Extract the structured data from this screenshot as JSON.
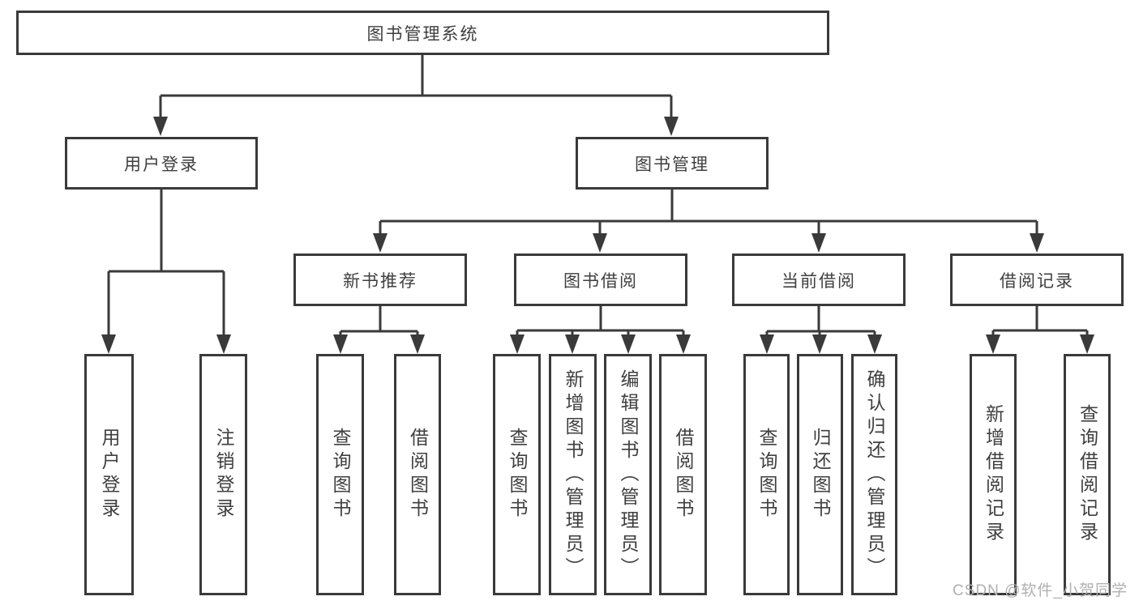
{
  "colors": {
    "line": "#3a3a3a",
    "box_border": "#3a3a3a",
    "text": "#3f3f3f",
    "watermark": "#b0b0b0",
    "background": "#ffffff"
  },
  "watermark": {
    "text": "CSDN @软件_小贺同学"
  },
  "tree": {
    "root": {
      "label": "图书管理系统",
      "children": [
        {
          "label": "用户登录",
          "children": [
            {
              "label": "用户登录"
            },
            {
              "label": "注销登录"
            }
          ]
        },
        {
          "label": "图书管理",
          "children": [
            {
              "label": "新书推荐",
              "children": [
                {
                  "label": "查询图书"
                },
                {
                  "label": "借阅图书"
                }
              ]
            },
            {
              "label": "图书借阅",
              "children": [
                {
                  "label": "查询图书"
                },
                {
                  "label": "新增图书（管理员）"
                },
                {
                  "label": "编辑图书（管理员）"
                },
                {
                  "label": "借阅图书"
                }
              ]
            },
            {
              "label": "当前借阅",
              "children": [
                {
                  "label": "查询图书"
                },
                {
                  "label": "归还图书"
                },
                {
                  "label": "确认归还（管理员）"
                }
              ]
            },
            {
              "label": "借阅记录",
              "children": [
                {
                  "label": "新增借阅记录"
                },
                {
                  "label": "查询借阅记录"
                }
              ]
            }
          ]
        }
      ]
    }
  }
}
